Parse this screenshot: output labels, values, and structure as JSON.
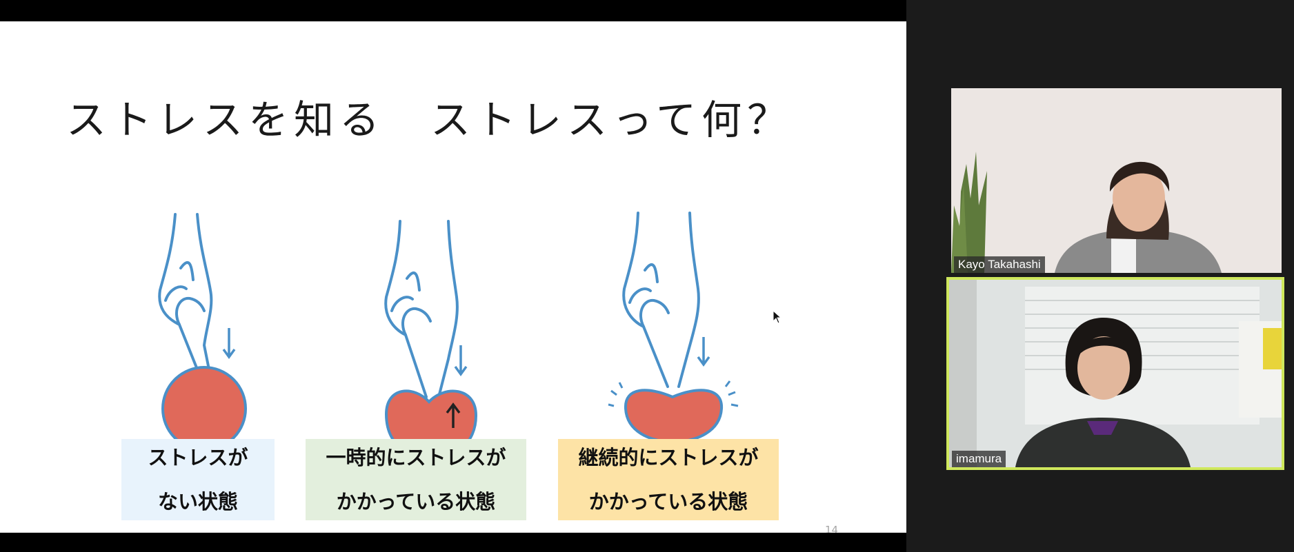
{
  "slide": {
    "title": "ストレスを知る　ストレスって何？",
    "page_number": "14",
    "captions": [
      {
        "line1": "ストレスが",
        "line2": "ない状態"
      },
      {
        "line1": "一時的にストレスが",
        "line2": "かかっている状態"
      },
      {
        "line1": "継続的にストレスが",
        "line2": "かかっている状態"
      }
    ]
  },
  "participants": [
    {
      "name": "Kayo Takahashi"
    },
    {
      "name": "imamura"
    }
  ],
  "colors": {
    "active_speaker_border": "#cfe85c",
    "ball_fill": "#e0695a",
    "line_blue": "#4a90c8",
    "caption_blue": "#e8f3fc",
    "caption_green": "#e3efdd",
    "caption_yellow": "#fde3a6"
  }
}
